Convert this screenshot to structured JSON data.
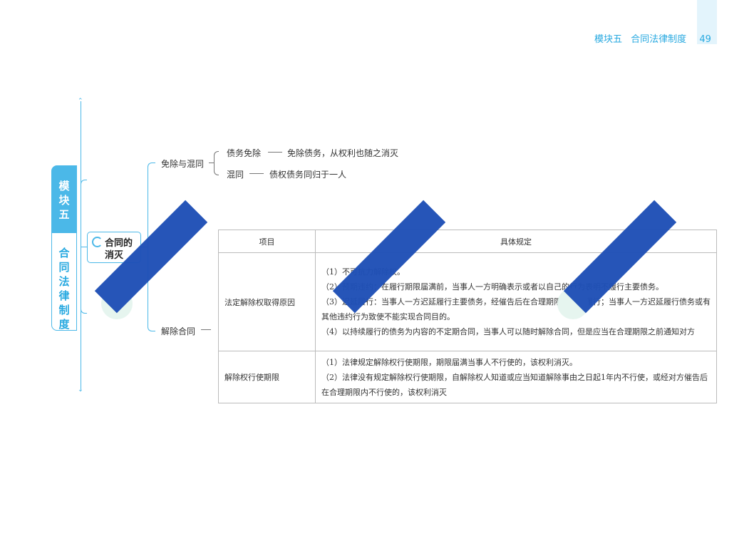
{
  "header": {
    "module": "模块五",
    "title": "合同法律制度",
    "page": "49"
  },
  "side_tab": {
    "top": "模块五",
    "bottom": "合同法律制度"
  },
  "topic": {
    "line1": "合同的",
    "line2": "消灭"
  },
  "branch1": {
    "label": "免除与混同",
    "items": [
      {
        "term": "债务免除",
        "desc": "免除债务，从权利也随之消灭"
      },
      {
        "term": "混同",
        "desc": "债权债务同归于一人"
      }
    ]
  },
  "branch2": {
    "label": "解除合同"
  },
  "table": {
    "headers": [
      "项目",
      "具体规定"
    ],
    "rows": [
      {
        "item": "法定解除权取得原因",
        "lines": [
          "（1）不可抗力解除权。",
          "（2）预期违约：在履行期限届满前，当事人一方明确表示或者以自己的行为表明不履行主要债务。",
          "（3）迟延履行：当事人一方迟延履行主要债务，经催告后在合理期限内仍未履行；当事人一方迟延履行债务或有其他违约行为致使不能实现合同目的。",
          "（4）以持续履行的债务为内容的不定期合同，当事人可以随时解除合同，但是应当在合理期限之前通知对方"
        ]
      },
      {
        "item": "解除权行使期限",
        "lines": [
          "（1）法律规定解除权行使期限，期限届满当事人不行使的，该权利消灭。",
          "（2）法律没有规定解除权行使期限，自解除权人知道或应当知道解除事由之日起1年内不行使，或经对方催告后在合理期限内不行使的，该权利消灭"
        ]
      }
    ]
  },
  "colors": {
    "accent": "#4bb8e8",
    "header_text": "#28a9e0",
    "watermark": "#1f4fb6"
  }
}
